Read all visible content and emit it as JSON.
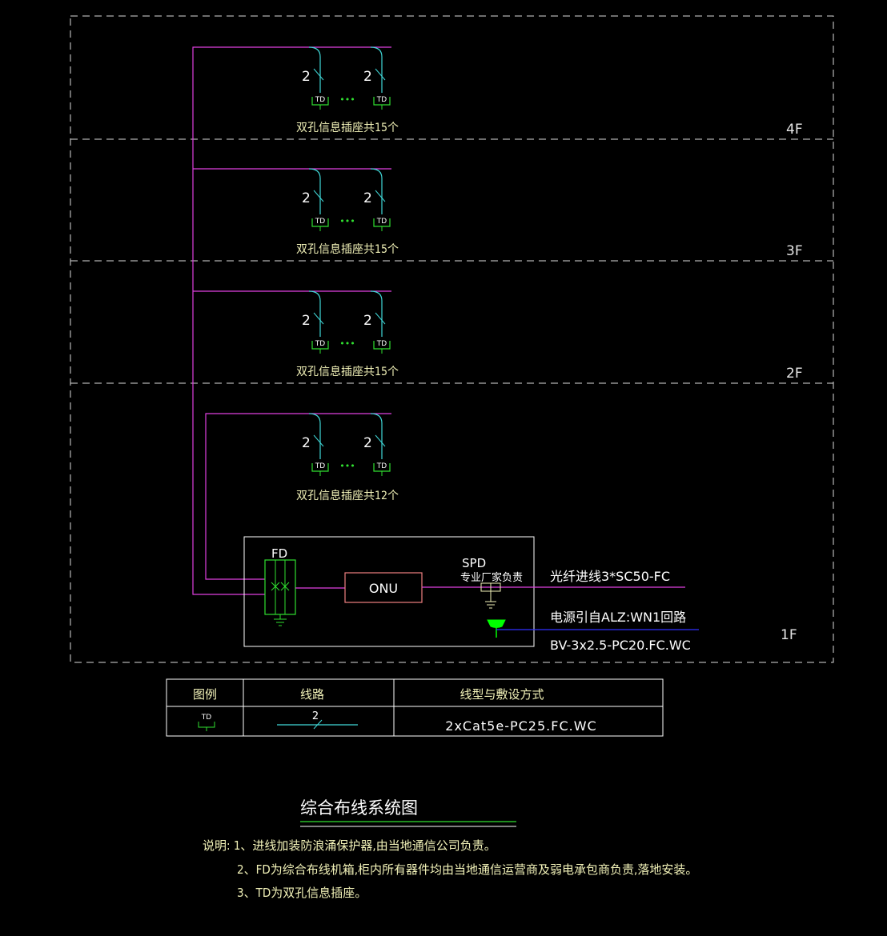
{
  "floors": [
    {
      "label": "4F",
      "outlet_count_text": "双孔信息插座共15个"
    },
    {
      "label": "3F",
      "outlet_count_text": "双孔信息插座共15个"
    },
    {
      "label": "2F",
      "outlet_count_text": "双孔信息插座共15个"
    },
    {
      "label": "1F",
      "outlet_count_text": "双孔信息插座共12个"
    }
  ],
  "outlet": {
    "wire_count": "2",
    "label": "TD",
    "ellipsis": "•••"
  },
  "equipment": {
    "fd_label": "FD",
    "onu_label": "ONU",
    "spd_label": "SPD",
    "spd_note": "专业厂家负责",
    "fiber_incoming": "光纤进线3*SC50-FC",
    "power_source": "电源引自ALZ:WN1回路",
    "power_cable": "BV-3x2.5-PC20.FC.WC"
  },
  "legend_table": {
    "headers": [
      "图例",
      "线路",
      "线型与敷设方式"
    ],
    "row": {
      "symbol_label": "TD",
      "line_count": "2",
      "spec": "2xCat5e-PC25.FC.WC"
    }
  },
  "title": "综合布线系统图",
  "notes": [
    "说明: 1、进线加装防浪涌保护器,由当地通信公司负责。",
    "2、FD为综合布线机箱,柜内所有器件均由当地通信运营商及弱电承包商负责,落地安装。",
    "3、TD为双孔信息插座。"
  ],
  "colors": {
    "magenta": "#e040e0",
    "cyan": "#40d8d8",
    "green": "#30e030",
    "bright_green": "#00ff00",
    "blue": "#3030ff",
    "onu_border": "#f08080",
    "text": "#f2f2b8",
    "white": "#ffffff"
  }
}
